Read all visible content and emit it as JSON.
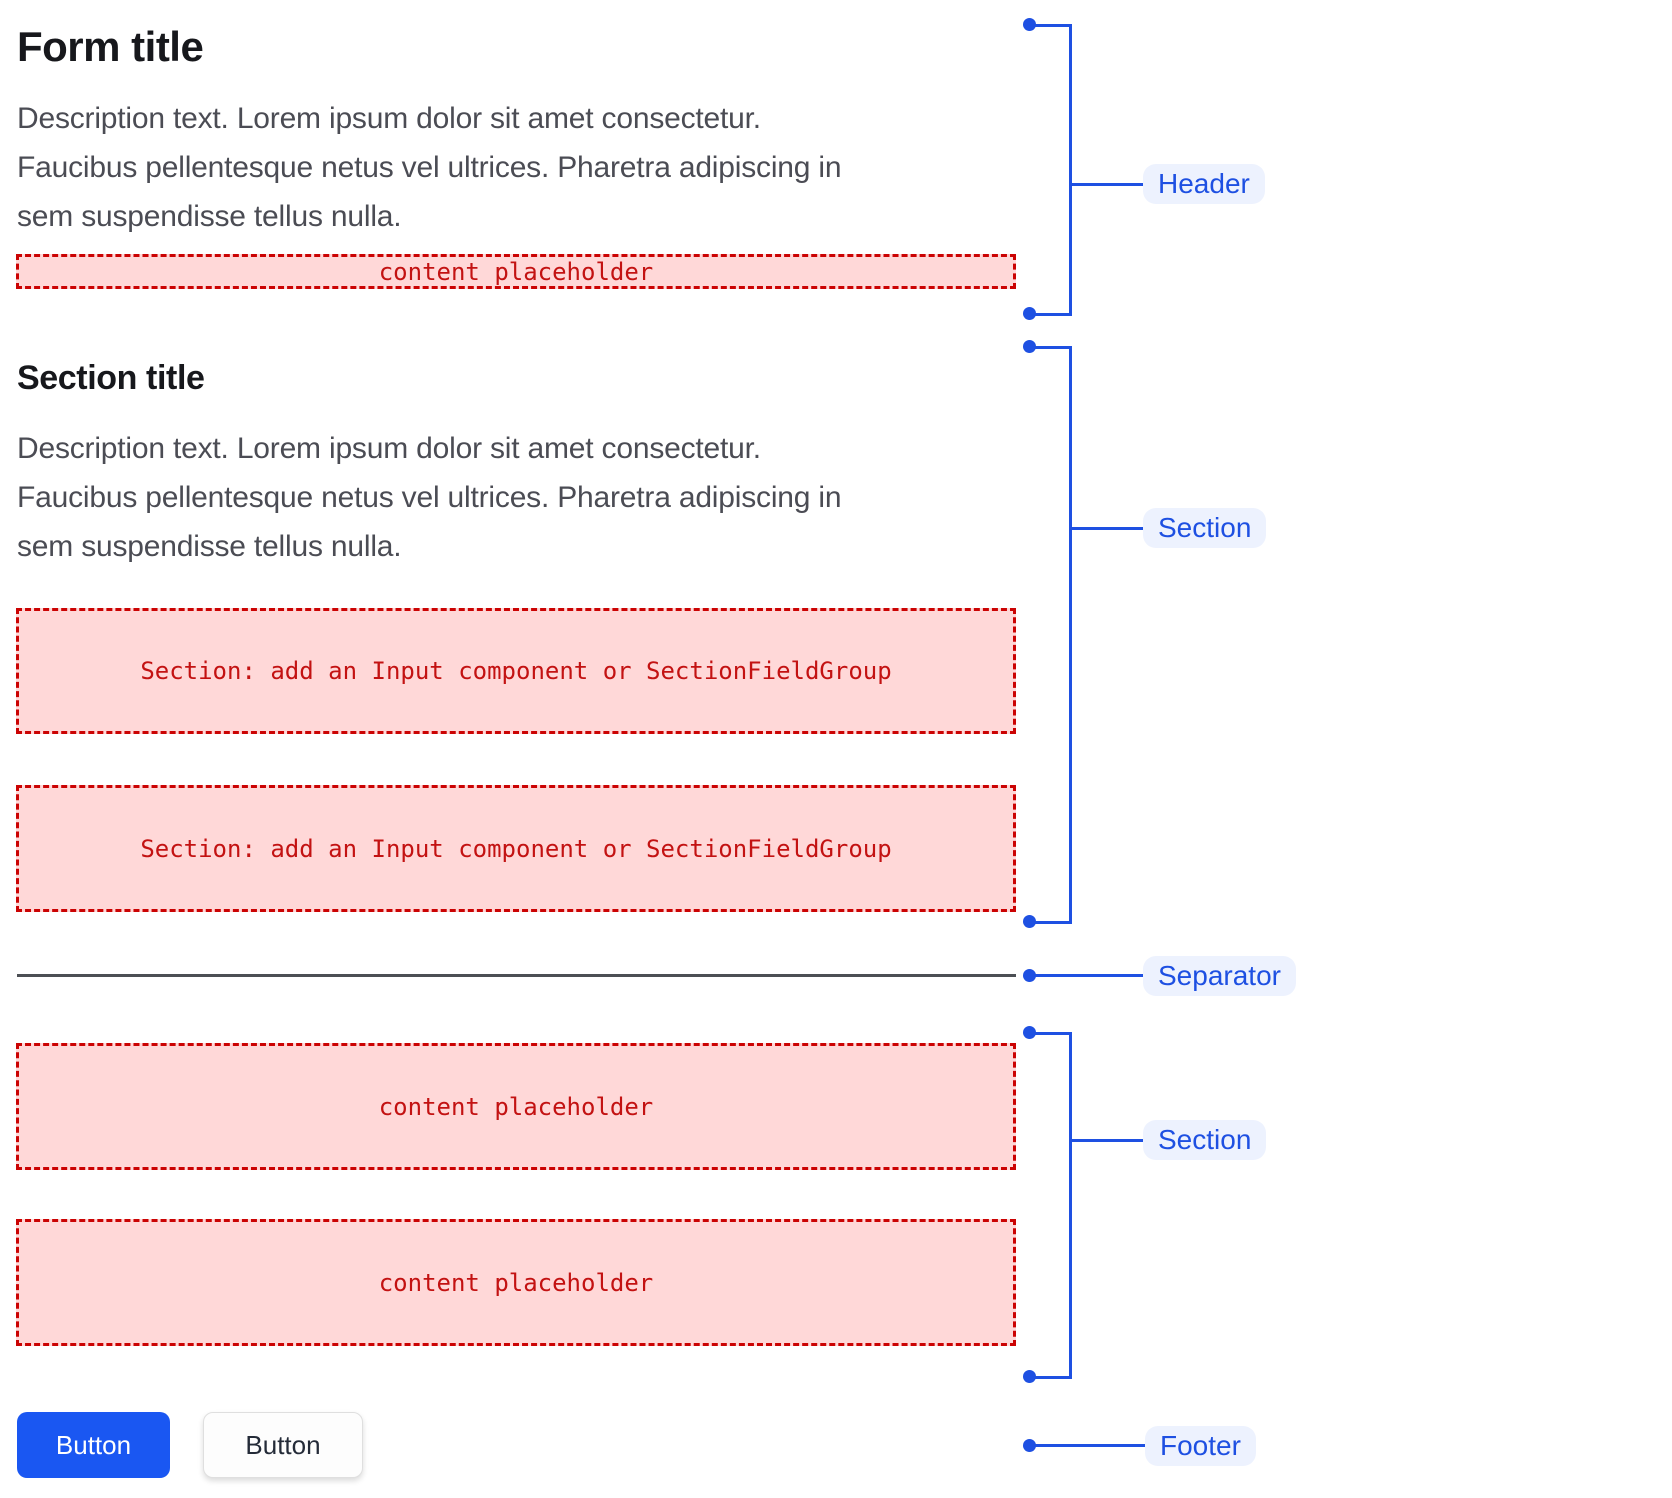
{
  "colors": {
    "accent": "#1e50e2",
    "label_bg": "#edf2fe",
    "pink_bg": "#ffd8d8",
    "red_border": "#cb0303",
    "red_text": "#c31212",
    "separator": "#4c4f54",
    "primary_btn": "#1a57f2",
    "primary_btn_text": "#ffffff",
    "secondary_btn_border": "#dfdfdf",
    "secondary_btn_text": "#242b38",
    "title_color": "#17181c",
    "desc_color": "#4b4c54"
  },
  "form": {
    "title": "Form title",
    "description": "Description text. Lorem ipsum dolor sit amet consectetur.\nFaucibus pellentesque netus vel ultrices. Pharetra adipiscing in\nsem suspendisse tellus nulla.",
    "header_placeholder": "content placeholder"
  },
  "section1": {
    "title": "Section title",
    "description": "Description text. Lorem ipsum dolor sit amet consectetur.\nFaucibus pellentesque netus vel ultrices. Pharetra adipiscing in\nsem suspendisse tellus nulla.",
    "boxes": [
      "Section: add an Input component or SectionFieldGroup",
      "Section: add an Input component or SectionFieldGroup"
    ]
  },
  "section2": {
    "boxes": [
      "content placeholder",
      "content placeholder"
    ]
  },
  "footer": {
    "primary_button": "Button",
    "secondary_button": "Button"
  },
  "annotations": {
    "header": "Header",
    "section1": "Section",
    "separator": "Separator",
    "section2": "Section",
    "footer": "Footer"
  }
}
